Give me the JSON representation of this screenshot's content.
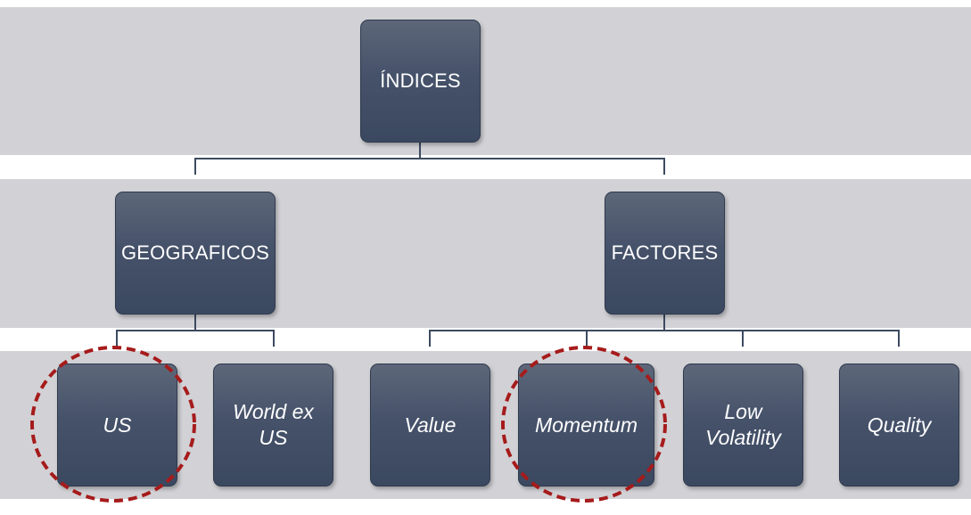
{
  "root": {
    "label": "ÍNDICES"
  },
  "level2": [
    {
      "label": "GEOGRAFICOS"
    },
    {
      "label": "FACTORES"
    }
  ],
  "geo_children": [
    {
      "label": "US",
      "highlighted": true
    },
    {
      "label": "World ex\nUS",
      "highlighted": false
    }
  ],
  "factor_children": [
    {
      "label": "Value",
      "highlighted": false
    },
    {
      "label": "Momentum",
      "highlighted": true
    },
    {
      "label": "Low\nVolatility",
      "highlighted": false
    },
    {
      "label": "Quality",
      "highlighted": false
    }
  ],
  "colors": {
    "band": "#d2d2d6",
    "node_top": "#5d6779",
    "node_bottom": "#3a4860",
    "connector": "#3c4a60",
    "highlight_circle": "#a61b1b"
  }
}
